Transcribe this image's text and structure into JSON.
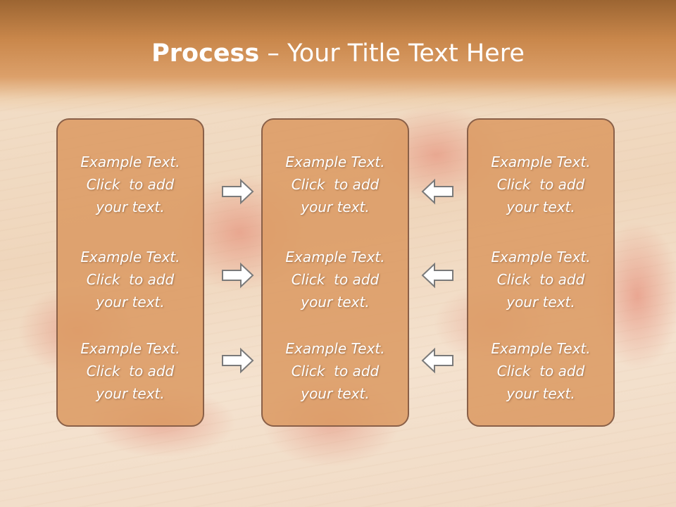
{
  "title": {
    "bold": "Process",
    "rest": " – Your Title Text Here"
  },
  "columns": [
    {
      "items": [
        {
          "line1": "Example Text.",
          "line2": "Click  to add",
          "line3": "your text."
        },
        {
          "line1": "Example Text.",
          "line2": "Click  to add",
          "line3": "your text."
        },
        {
          "line1": "Example Text.",
          "line2": "Click  to add",
          "line3": "your text."
        }
      ]
    },
    {
      "items": [
        {
          "line1": "Example Text.",
          "line2": "Click  to add",
          "line3": "your text."
        },
        {
          "line1": "Example Text.",
          "line2": "Click  to add",
          "line3": "your text."
        },
        {
          "line1": "Example Text.",
          "line2": "Click  to add",
          "line3": "your text."
        }
      ]
    },
    {
      "items": [
        {
          "line1": "Example Text.",
          "line2": "Click  to add",
          "line3": "your text."
        },
        {
          "line1": "Example Text.",
          "line2": "Click  to add",
          "line3": "your text."
        },
        {
          "line1": "Example Text.",
          "line2": "Click  to add",
          "line3": "your text."
        }
      ]
    }
  ],
  "colors": {
    "title_band": "#c9874b",
    "box_fill": "#dc9b64",
    "box_border": "#8a6048",
    "arrow_fill": "#ffffff",
    "arrow_stroke": "#7a7a7a"
  },
  "icons": {
    "left_arrows": "arrow-right-icon",
    "right_arrows": "arrow-left-icon"
  }
}
